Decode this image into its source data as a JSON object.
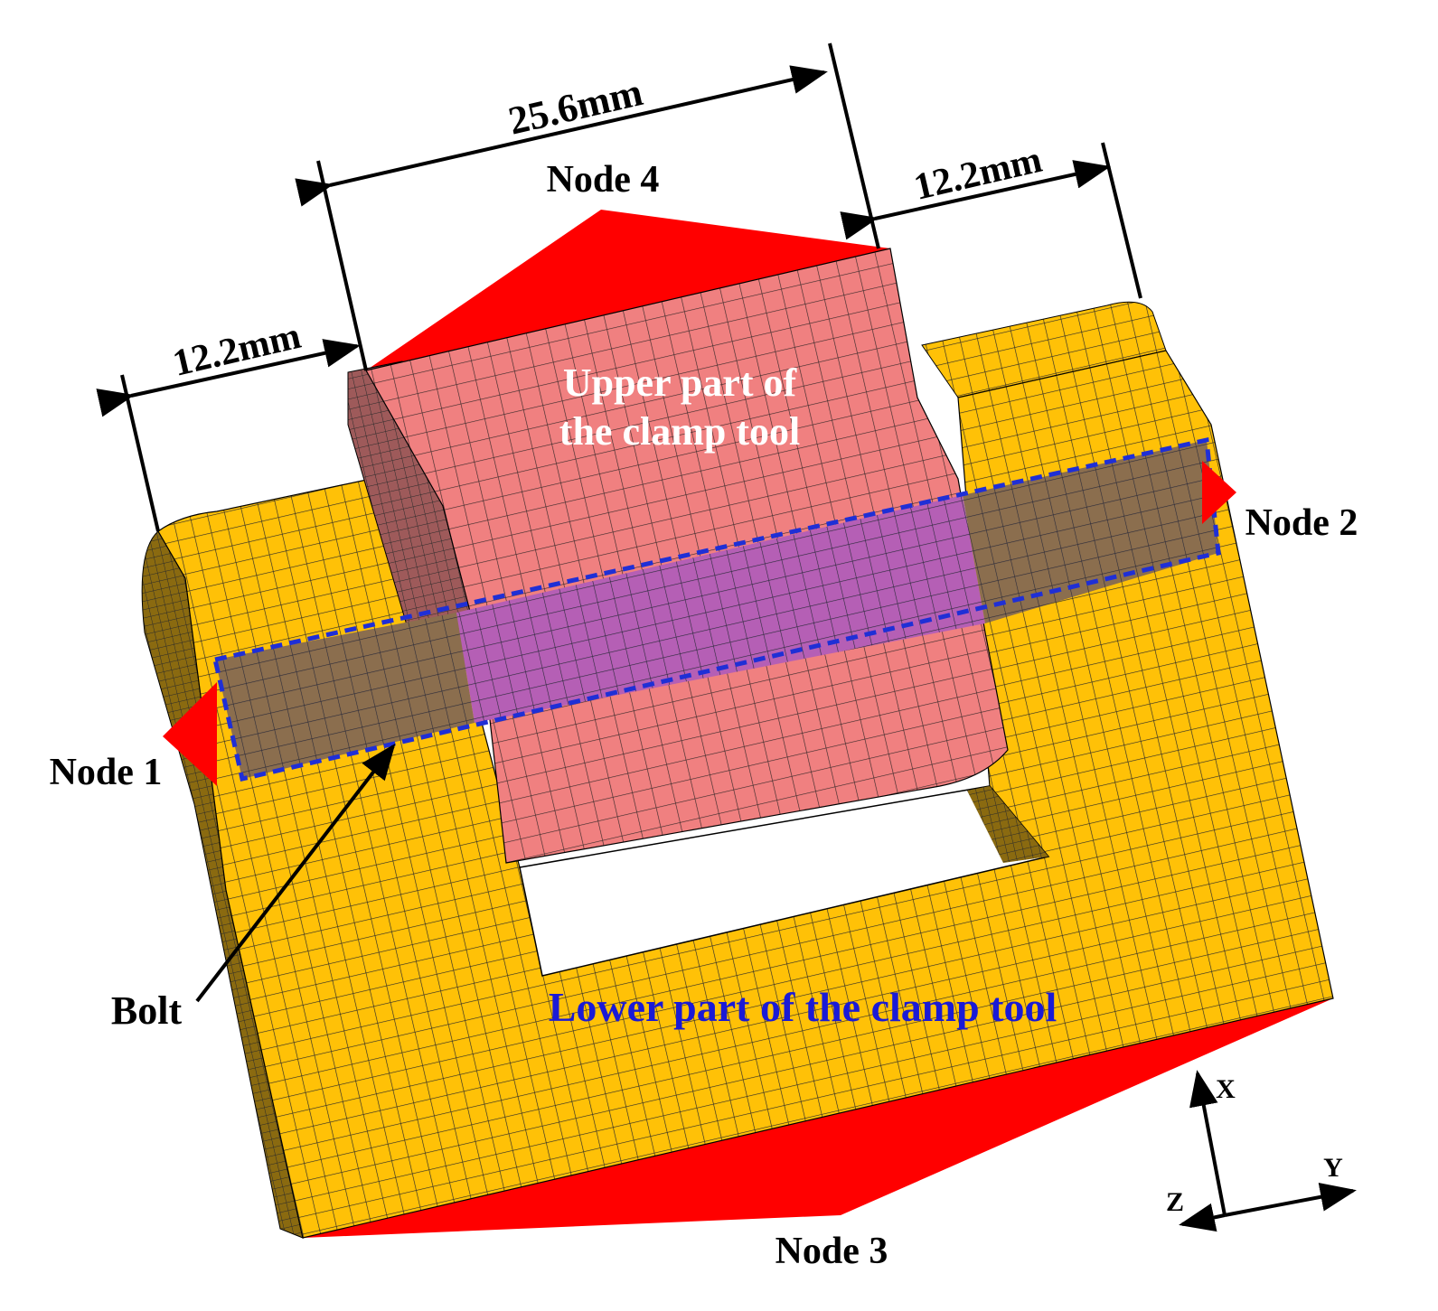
{
  "colors": {
    "background": "#ffffff",
    "lower_part": "#FFC107",
    "lower_part_side": "#8A6A10",
    "upper_part": "#F08080",
    "upper_part_side": "#9E5A5A",
    "bolt": "#8B6E4E",
    "bolt_overlap": "#B55FB5",
    "load_cone": "#FF0000",
    "mesh_line": "#2a2a2a",
    "bolt_outline": "#1f2fd6",
    "dimension": "#000000",
    "label_white": "#ffffff",
    "label_blue": "#1a1ad6"
  },
  "dimensions": {
    "top": "25.6mm",
    "left": "12.2mm",
    "right": "12.2mm"
  },
  "nodes": {
    "node1": "Node 1",
    "node2": "Node 2",
    "node3": "Node 3",
    "node4": "Node 4"
  },
  "parts": {
    "upper_line1": "Upper part of",
    "upper_line2": "the clamp tool",
    "lower": "Lower part of the clamp tool",
    "bolt": "Bolt"
  },
  "axes": {
    "x": "X",
    "y": "Y",
    "z": "Z"
  }
}
